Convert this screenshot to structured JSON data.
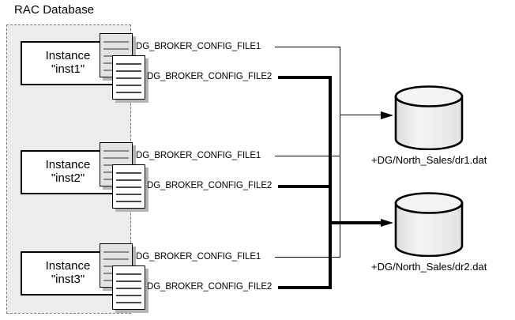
{
  "diagram": {
    "title": "RAC Database",
    "region_label": "RAC Database",
    "instances": [
      {
        "name": "Instance",
        "id": "\"inst1\"",
        "file1": "DG_BROKER_CONFIG_FILE1",
        "file2": "DG_BROKER_CONFIG_FILE2"
      },
      {
        "name": "Instance",
        "id": "\"inst2\"",
        "file1": "DG_BROKER_CONFIG_FILE1",
        "file2": "DG_BROKER_CONFIG_FILE2"
      },
      {
        "name": "Instance",
        "id": "\"inst3\"",
        "file1": "DG_BROKER_CONFIG_FILE1",
        "file2": "DG_BROKER_CONFIG_FILE2"
      }
    ],
    "storage": [
      {
        "label": "+DG/North_Sales/dr1.dat"
      },
      {
        "label": "+DG/North_Sales/dr2.dat"
      }
    ],
    "colors": {
      "region_fill": "#ececec",
      "region_border": "#7a7a7a",
      "stroke": "#000000",
      "doc_back_fill": "#e3e3e3",
      "doc_front_fill": "#ffffff",
      "shadow": "#b4b4b4",
      "cylinder_top": "#f2f2f2",
      "cylinder_body": "#e8e8e8"
    }
  }
}
